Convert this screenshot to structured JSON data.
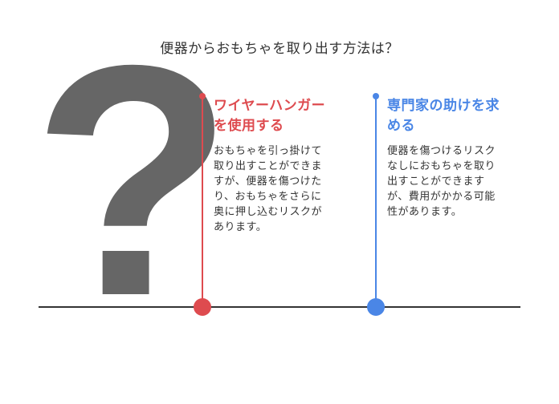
{
  "title": "便器からおもちゃを取り出す方法は？",
  "question_mark": "?",
  "colors": {
    "red": "#de4b4f",
    "blue": "#4a86e6",
    "gray": "#666666",
    "line": "#333333"
  },
  "options": [
    {
      "title_lines": [
        "ワイヤーハンガー",
        "を使用する"
      ],
      "body_lines": [
        "おもちゃを引っ掛けて",
        "取り出すことができま",
        "すが、便器を傷つけた",
        "り、おもちゃをさらに",
        "奥に押し込むリスクが",
        "あります。"
      ]
    },
    {
      "title_lines": [
        "専門家の助けを求",
        "める"
      ],
      "body_lines": [
        "便器を傷つけるリスク",
        "なしにおもちゃを取り",
        "出すことができます",
        "が、費用がかかる可能",
        "性があります。"
      ]
    }
  ]
}
